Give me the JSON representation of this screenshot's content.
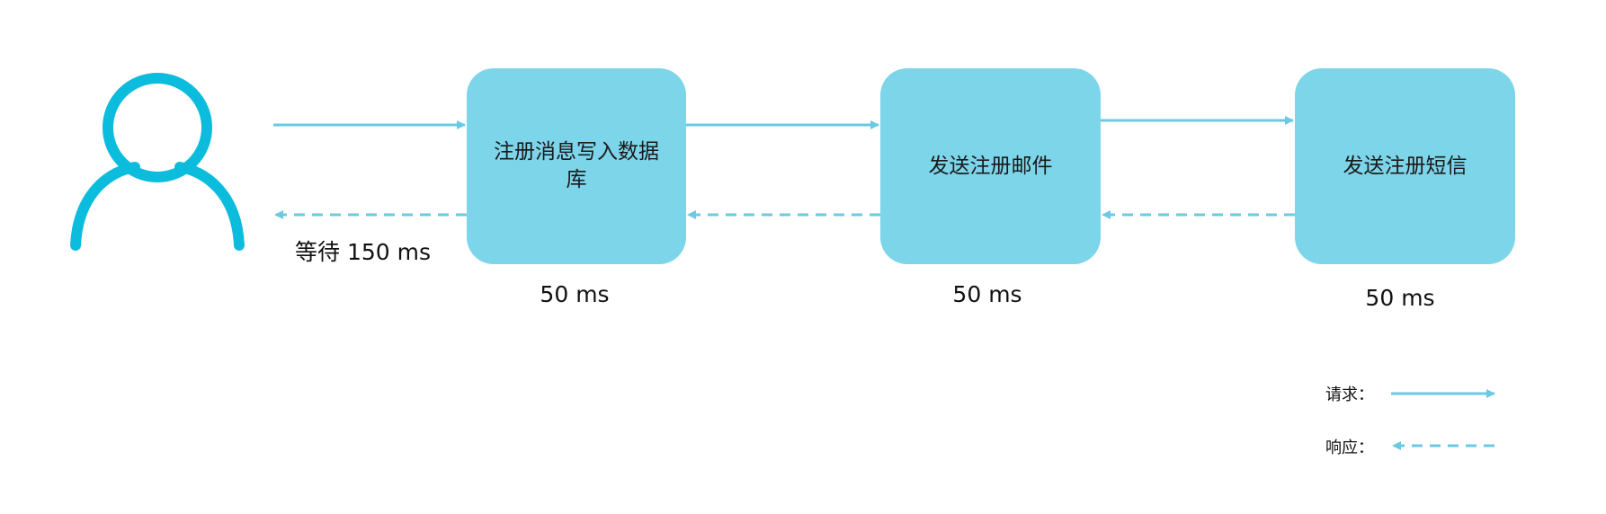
{
  "user": {
    "icon": "user-icon",
    "wait_label": "等待 150 ms"
  },
  "steps": [
    {
      "label": "注册消息写入数据库",
      "time": "50 ms"
    },
    {
      "label": "发送注册邮件",
      "time": "50 ms"
    },
    {
      "label": "发送注册短信",
      "time": "50 ms"
    }
  ],
  "legend": {
    "request_label": "请求：",
    "response_label": "响应："
  },
  "colors": {
    "box_fill": "#7dd5ea",
    "arrow": "#6cc9e4",
    "user_icon": "#0cbcdd"
  }
}
